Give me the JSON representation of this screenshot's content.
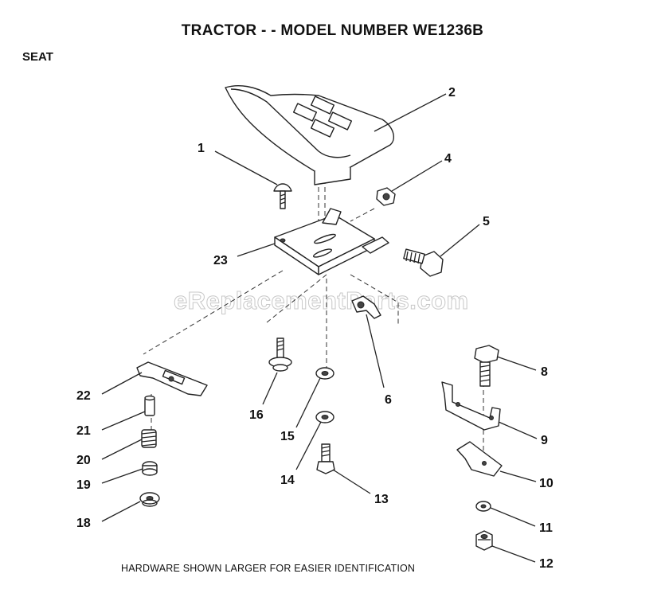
{
  "title": "TRACTOR - - MODEL NUMBER WE1236B",
  "section": "SEAT",
  "footer_note": "HARDWARE SHOWN LARGER FOR EASIER IDENTIFICATION",
  "watermark": "eReplacementParts.com",
  "callouts": [
    "1",
    "2",
    "4",
    "5",
    "23",
    "6",
    "16",
    "15",
    "14",
    "13",
    "8",
    "9",
    "10",
    "11",
    "12",
    "22",
    "21",
    "20",
    "19",
    "18"
  ]
}
